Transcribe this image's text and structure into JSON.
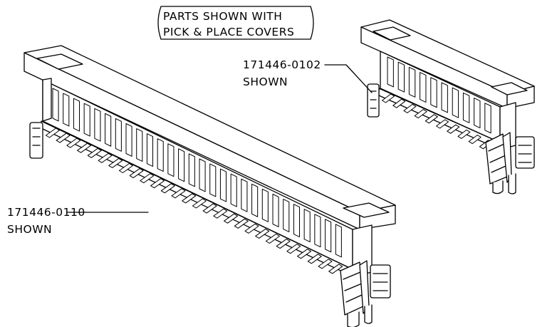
{
  "diagram": {
    "note_line1": "PARTS SHOWN WITH",
    "note_line2": "PICK & PLACE COVERS",
    "small_part_number": "171446-0102",
    "small_part_suffix": "SHOWN",
    "large_part_number": "171446-0110",
    "large_part_suffix": "SHOWN"
  },
  "connectors": [
    {
      "name": "171446-0110",
      "contact_pairs": 28
    },
    {
      "name": "171446-0102",
      "contact_pairs": 10
    }
  ],
  "colors": {
    "ink": "#000000",
    "paper": "#ffffff"
  }
}
